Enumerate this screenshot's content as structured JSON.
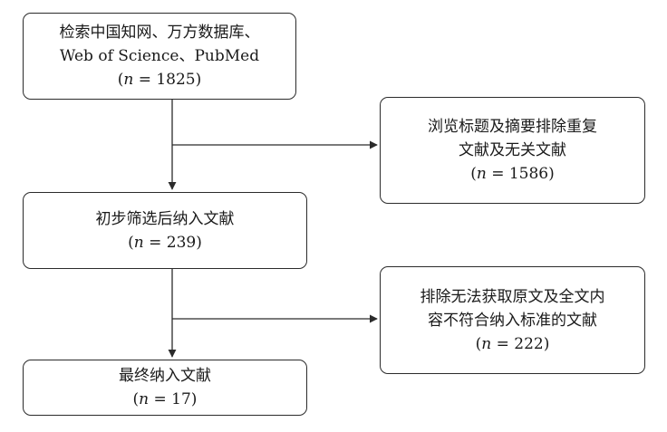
{
  "boxes": {
    "search": {
      "lines": [
        "检索中国知网、万方数据库、",
        "Web of Science、PubMed"
      ],
      "n_prefix": "(",
      "n_var": "n",
      "n_value": " = 1825)"
    },
    "exclude1": {
      "lines": [
        "浏览标题及摘要排除重复",
        "文献及无关文献"
      ],
      "n_prefix": "(",
      "n_var": "n",
      "n_value": " = 1586)"
    },
    "screen": {
      "lines": [
        "初步筛选后纳入文献"
      ],
      "n_prefix": "(",
      "n_var": "n",
      "n_value": " = 239)"
    },
    "exclude2": {
      "lines": [
        "排除无法获取原文及全文内",
        "容不符合纳入标准的文献"
      ],
      "n_prefix": "(",
      "n_var": "n",
      "n_value": " = 222)"
    },
    "final": {
      "lines": [
        "最终纳入文献"
      ],
      "n_prefix": "(",
      "n_var": "n",
      "n_value": " = 17)"
    }
  },
  "colors": {
    "stroke": "#2b2b2b",
    "text": "#1a1a1a"
  }
}
